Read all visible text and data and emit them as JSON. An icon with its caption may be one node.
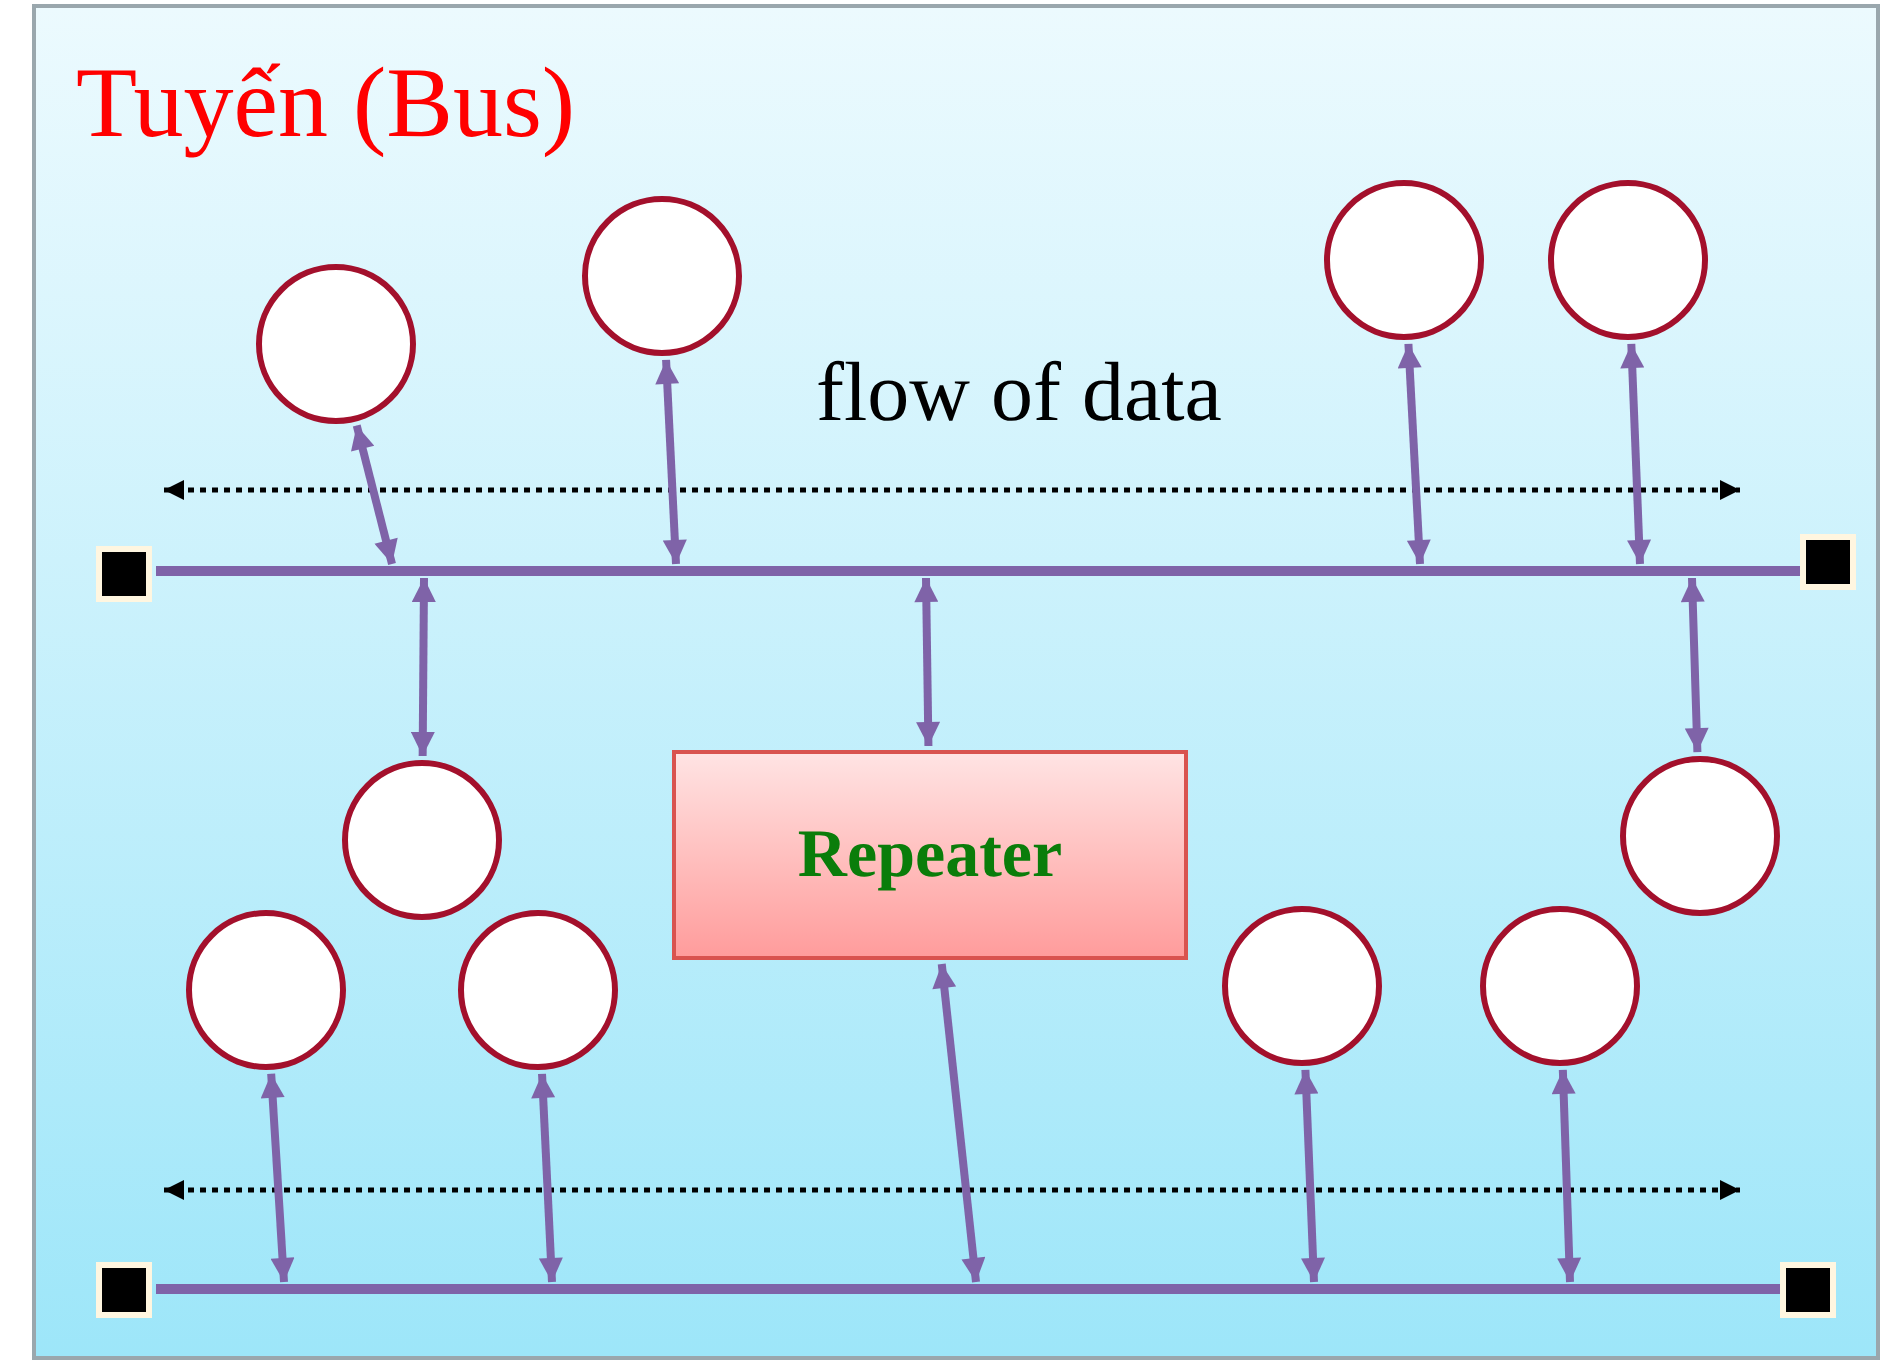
{
  "diagram": {
    "title": "Tuyến (Bus)",
    "nodes": [
      {
        "text": [],
        "shape": "circle"
      },
      {
        "text": [],
        "shape": "circle"
      },
      {
        "text": [],
        "shape": "circle"
      },
      {
        "text": [],
        "shape": "circle"
      },
      {
        "text": [],
        "shape": "box"
      },
      {
        "text": [],
        "shape": "bar"
      },
      {
        "text": [],
        "shape": "box"
      },
      {
        "text": [],
        "shape": "circle"
      },
      {
        "text": [
          "Repeater"
        ]
      },
      {
        "text": [],
        "shape": "circle"
      },
      {
        "text": [],
        "shape": "circle"
      },
      {
        "text": [],
        "shape": "circle"
      },
      {
        "text": [],
        "shape": "circle"
      },
      {
        "text": [],
        "shape": "circle"
      },
      {
        "text": [],
        "shape": "box"
      },
      {
        "text": [],
        "shape": "bar"
      },
      {
        "text": [],
        "shape": "box"
      }
    ],
    "edges": [
      {
        "from": 0,
        "to": 5,
        "arrow": "both"
      },
      {
        "from": 1,
        "to": 5,
        "arrow": "both"
      },
      {
        "from": 2,
        "to": 5,
        "arrow": "both"
      },
      {
        "from": 3,
        "to": 5,
        "arrow": "both"
      },
      {
        "from": 5,
        "to": 7,
        "arrow": "both"
      },
      {
        "from": 5,
        "to": 8,
        "arrow": "both"
      },
      {
        "from": 5,
        "to": 9,
        "arrow": "both"
      },
      {
        "from": 10,
        "to": 15,
        "arrow": "both"
      },
      {
        "from": 11,
        "to": 15,
        "arrow": "both"
      },
      {
        "from": 8,
        "to": 15,
        "arrow": "both"
      },
      {
        "from": 12,
        "to": 15,
        "arrow": "both"
      },
      {
        "from": 13,
        "to": 15,
        "arrow": "both"
      }
    ],
    "labels": [
      "flow of data"
    ]
  }
}
